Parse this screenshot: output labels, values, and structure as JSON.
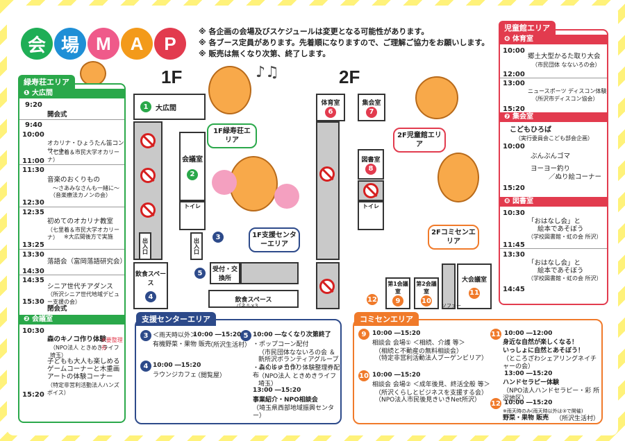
{
  "title": {
    "chars": [
      "会",
      "場",
      "M",
      "A",
      "P"
    ],
    "colors": [
      "#1fae56",
      "#1f8fd6",
      "#ef5a8a",
      "#f39a1a",
      "#e23b4e"
    ]
  },
  "notes": [
    "※ 各企画の会場及びスケジュールは変更となる可能性があります。",
    "※ 各ブース定員があります。先着順になりますので、ご理解ご協力をお願いします。",
    "※ 販売は無くなり次第、終了します。"
  ],
  "floors": {
    "f1": "1F",
    "f2": "2F"
  },
  "ryokuju": {
    "tab": "緑寿荘エリア",
    "s1": {
      "head": "❶ 大広間",
      "times": [
        "9:20",
        "9:40",
        "10:00",
        "11:00",
        "11:30",
        "12:30",
        "12:35",
        "13:25",
        "13:30",
        "14:30",
        "14:35",
        "15:30"
      ],
      "items": [
        "開会式",
        "オカリナ・ひょうたん笛コンサート",
        "（七里着＆市民大学オカリーナ）",
        "音楽のおくりもの",
        "～さあみなさんも一緒に～",
        "（音楽療法カノンの会）",
        "初めてのオカリナ教室",
        "（七里着＆市民大学オカリーナ）",
        "※大広間後方で実施",
        "落語会（富岡落語研究会）",
        "シニア世代チアダンス",
        "（所沢シニア世代地域デビュー支援の会）",
        "閉会式"
      ]
    },
    "s2": {
      "head": "❷ 会議室",
      "times": [
        "10:30",
        "15:20"
      ],
      "items": [
        "森のキノコ作り体験",
        "※要整理券",
        "（NPO法人 ときめきライフ埼玉）",
        "子どもも大人も楽しめる",
        "ゲームコーナーと木重画",
        "アートの体験コーナー",
        "（特定非営利活動法人ハンズボイス）"
      ]
    }
  },
  "jidokan": {
    "tab": "児童館エリア",
    "s6": {
      "head": "❻ 体育室",
      "times": [
        "10:00",
        "12:00",
        "13:00",
        "15:20"
      ],
      "items": [
        "郷土大型かるた取り大会",
        "（市民団体 なないろの会）",
        "ニュースポーツ ディスコン体験",
        "（所沢市ディスコン協会）"
      ]
    },
    "s7": {
      "head": "❼ 集会室",
      "times": [
        "10:00",
        "15:20"
      ],
      "items": [
        "こどもひろば",
        "（実行委員会こども部会企画）",
        "ぶんぶんゴマ",
        "ヨーヨー釣り",
        "／ぬり絵コーナー"
      ]
    },
    "s8": {
      "head": "❽ 図書室",
      "times": [
        "10:30",
        "11:45",
        "13:30",
        "14:45"
      ],
      "items": [
        "「おはなし会」と",
        "絵本であそぼう",
        "（学校図書館・虹の会 所沢）",
        "「おはなし会」と",
        "絵本であそぼう",
        "（学校図書館・虹の会 所沢）"
      ]
    }
  },
  "map": {
    "daihiroma": "大広間",
    "kaigishitsu": "会議室",
    "toire": "トイレ",
    "deiriguchi": "出入口",
    "inshoku": "飲食スペース",
    "uketsuke": "受付・交換所",
    "panel": "パネル",
    "panel3": "パネル×3",
    "taiikushitsu": "体育室",
    "shukaishitsu": "集会室",
    "toshoshitsu": "図書室",
    "dai1": "第1会議室",
    "dai2": "第2会議室",
    "taikai": "大会議室",
    "sofa": "ソファー",
    "callouts": {
      "c1": "1F緑寿荘エリア",
      "c2": "1F支援センターエリア",
      "c3": "2F児童館エリア",
      "c4": "2Fコミセンエリア"
    }
  },
  "shien": {
    "tab": "支援センターエリア",
    "b3": {
      "note": "＜雨天時以外＞",
      "time": "10:00 ―15:20",
      "t": "有機野菜・果物 販売",
      "org": "（所沢生活村）"
    },
    "b4": {
      "time": "10:00 ―15:20",
      "t": "ラウンジカフェ",
      "org": "（閲覧屋）"
    },
    "b5": {
      "time": "10:00 ―なくなり次第終了",
      "items": [
        "・ポップコーン配付",
        "（市民団体なないろの会 ＆",
        "新所沢ボランティアグループふくじゅそう）",
        "・森のキノコ作り体験整理券配布",
        "（NPO法人 ときめきライフ埼玉）"
      ],
      "time2": "13:00 ―15:20",
      "t2": "事業紹介・NPO相談会",
      "org2": "（埼玉県西部地域振興センター）"
    }
  },
  "komisen": {
    "tab": "コミセンエリア",
    "b9": {
      "time": "10:00 ―15:20",
      "t": "相談会 会場① ＜相続、介護 等＞",
      "org1": "（相続と不動産の無料相談会）",
      "org2": "（特定非営利活動法人ブーゲンビリア）"
    },
    "b10": {
      "time": "10:00 ―15:20",
      "t": "相談会 会場② ＜成年後見、終活全般 等＞",
      "org1": "（所沢くらしとビジネスを支援する会）",
      "org2": "（NPO法人市民後見きいきNet所沢）"
    },
    "b11": {
      "time": "10:00 ―12:00",
      "t1": "身近な自然が楽しくなる！",
      "t2": "いっしょに自然とあそぼう！",
      "org": "（ところざわシェアリングネイチャーの会）",
      "time2": "13:00 ―15:20",
      "t3": "ハンドセラピー体験",
      "org2": "（NPO法人ハンドセラピー・彩 所沢地区）"
    },
    "b12": {
      "time": "10:00 ―15:20",
      "note": "※雨天時のみ(雨天時以外は③で開催)",
      "t": "野菜・果物 販売",
      "org": "（所沢生活村）"
    }
  },
  "nums": [
    "1",
    "2",
    "3",
    "4",
    "5",
    "6",
    "7",
    "8",
    "9",
    "10",
    "11",
    "12"
  ]
}
